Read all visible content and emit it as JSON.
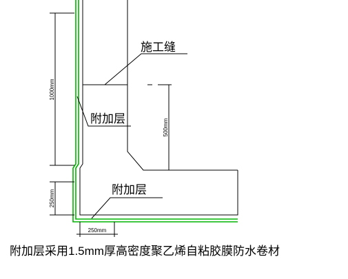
{
  "labels": {
    "construction_joint": "施工缝",
    "additional_layer_wall": "附加层",
    "additional_layer_floor": "附加层"
  },
  "dimensions": {
    "wall_1000": "1000mm",
    "step_500": "500mm",
    "floor_vertical_250": "250mm",
    "floor_horizontal_250": "250mm"
  },
  "caption": "附加层采用1.5mm厚高密度聚乙烯自粘胶膜防水卷材",
  "colors": {
    "membrane": "#00b400",
    "lines": "#000000",
    "background": "#ffffff"
  }
}
